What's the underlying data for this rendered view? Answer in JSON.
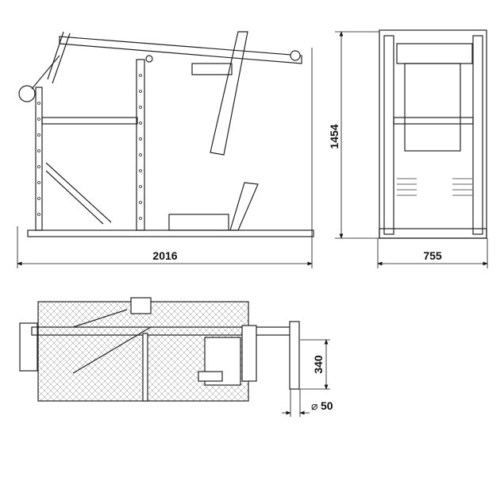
{
  "dimensions": {
    "length": "2016",
    "height": "1454",
    "width": "755",
    "handle_length": "340",
    "handle_diameter_symbol": "⌀",
    "handle_diameter": "50"
  }
}
